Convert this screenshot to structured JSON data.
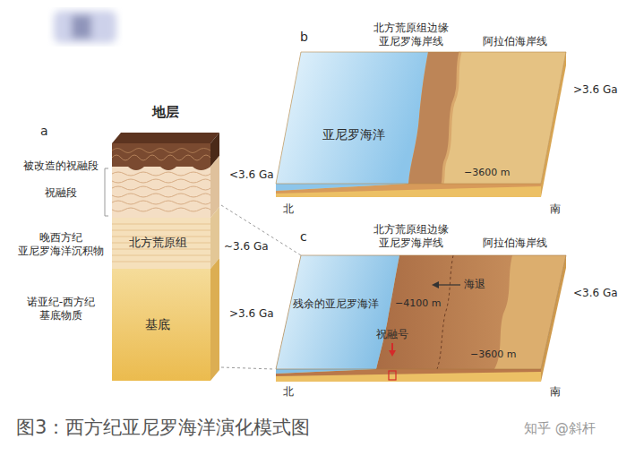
{
  "diagram": {
    "caption": "图3：西方纪亚尼罗海洋演化模式图",
    "nodes": [
      {
        "text": [
          "地层"
        ]
      },
      {
        "text": [
          "北方荒原组"
        ],
        "in": 0
      },
      {
        "text": [
          "基底"
        ],
        "in": 0
      },
      {
        "text": [
          "亚尼罗海洋"
        ]
      },
      {
        "text": [
          "残余的亚尼罗海洋"
        ]
      }
    ],
    "labels": [
      "a",
      "被改造的祝融段",
      "祝融段",
      "晚西方纪 亚尼罗海洋沉积物",
      "诺亚纪-西方纪 基底物质",
      "<3.6 Ga",
      "~3.6 Ga",
      ">3.6 Ga",
      "b",
      "北方荒原组边缘 亚尼罗海岸线",
      "阿拉伯海岸线",
      ">3.6 Ga",
      "−3600 m",
      "北",
      "南",
      "c",
      "北方荒原组边缘 亚尼罗海岸线",
      "阿拉伯海岸线",
      "海退",
      "−4100 m",
      "祝融号",
      "<3.6 Ga",
      "−3600 m",
      "北",
      "南",
      "知乎 @斜杆"
    ]
  }
}
